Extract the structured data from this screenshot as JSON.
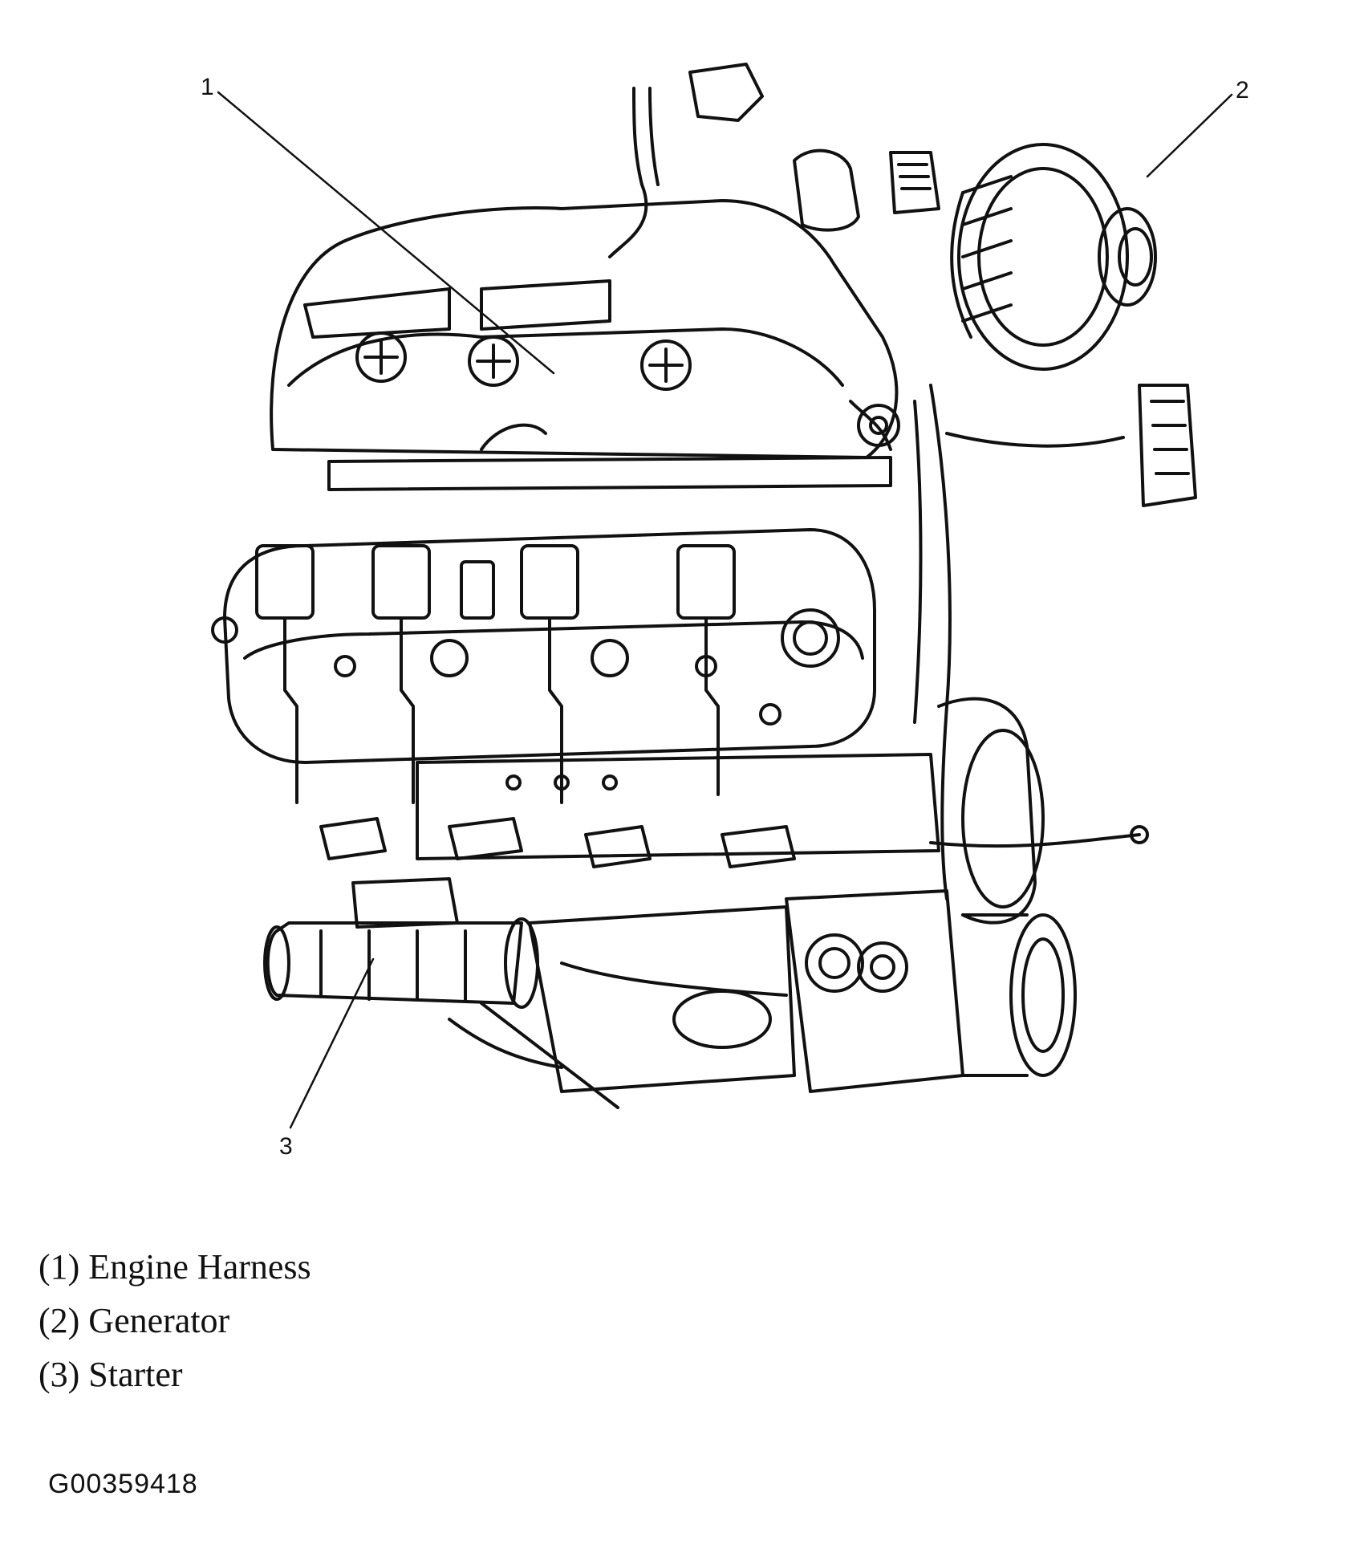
{
  "callouts": [
    {
      "number": "1"
    },
    {
      "number": "2"
    },
    {
      "number": "3"
    }
  ],
  "legend": {
    "items": [
      {
        "text": "(1) Engine Harness"
      },
      {
        "text": "(2) Generator"
      },
      {
        "text": "(3) Starter"
      }
    ]
  },
  "figure_id": "G00359418",
  "colors": {
    "line": "#111111",
    "background": "#ffffff"
  }
}
